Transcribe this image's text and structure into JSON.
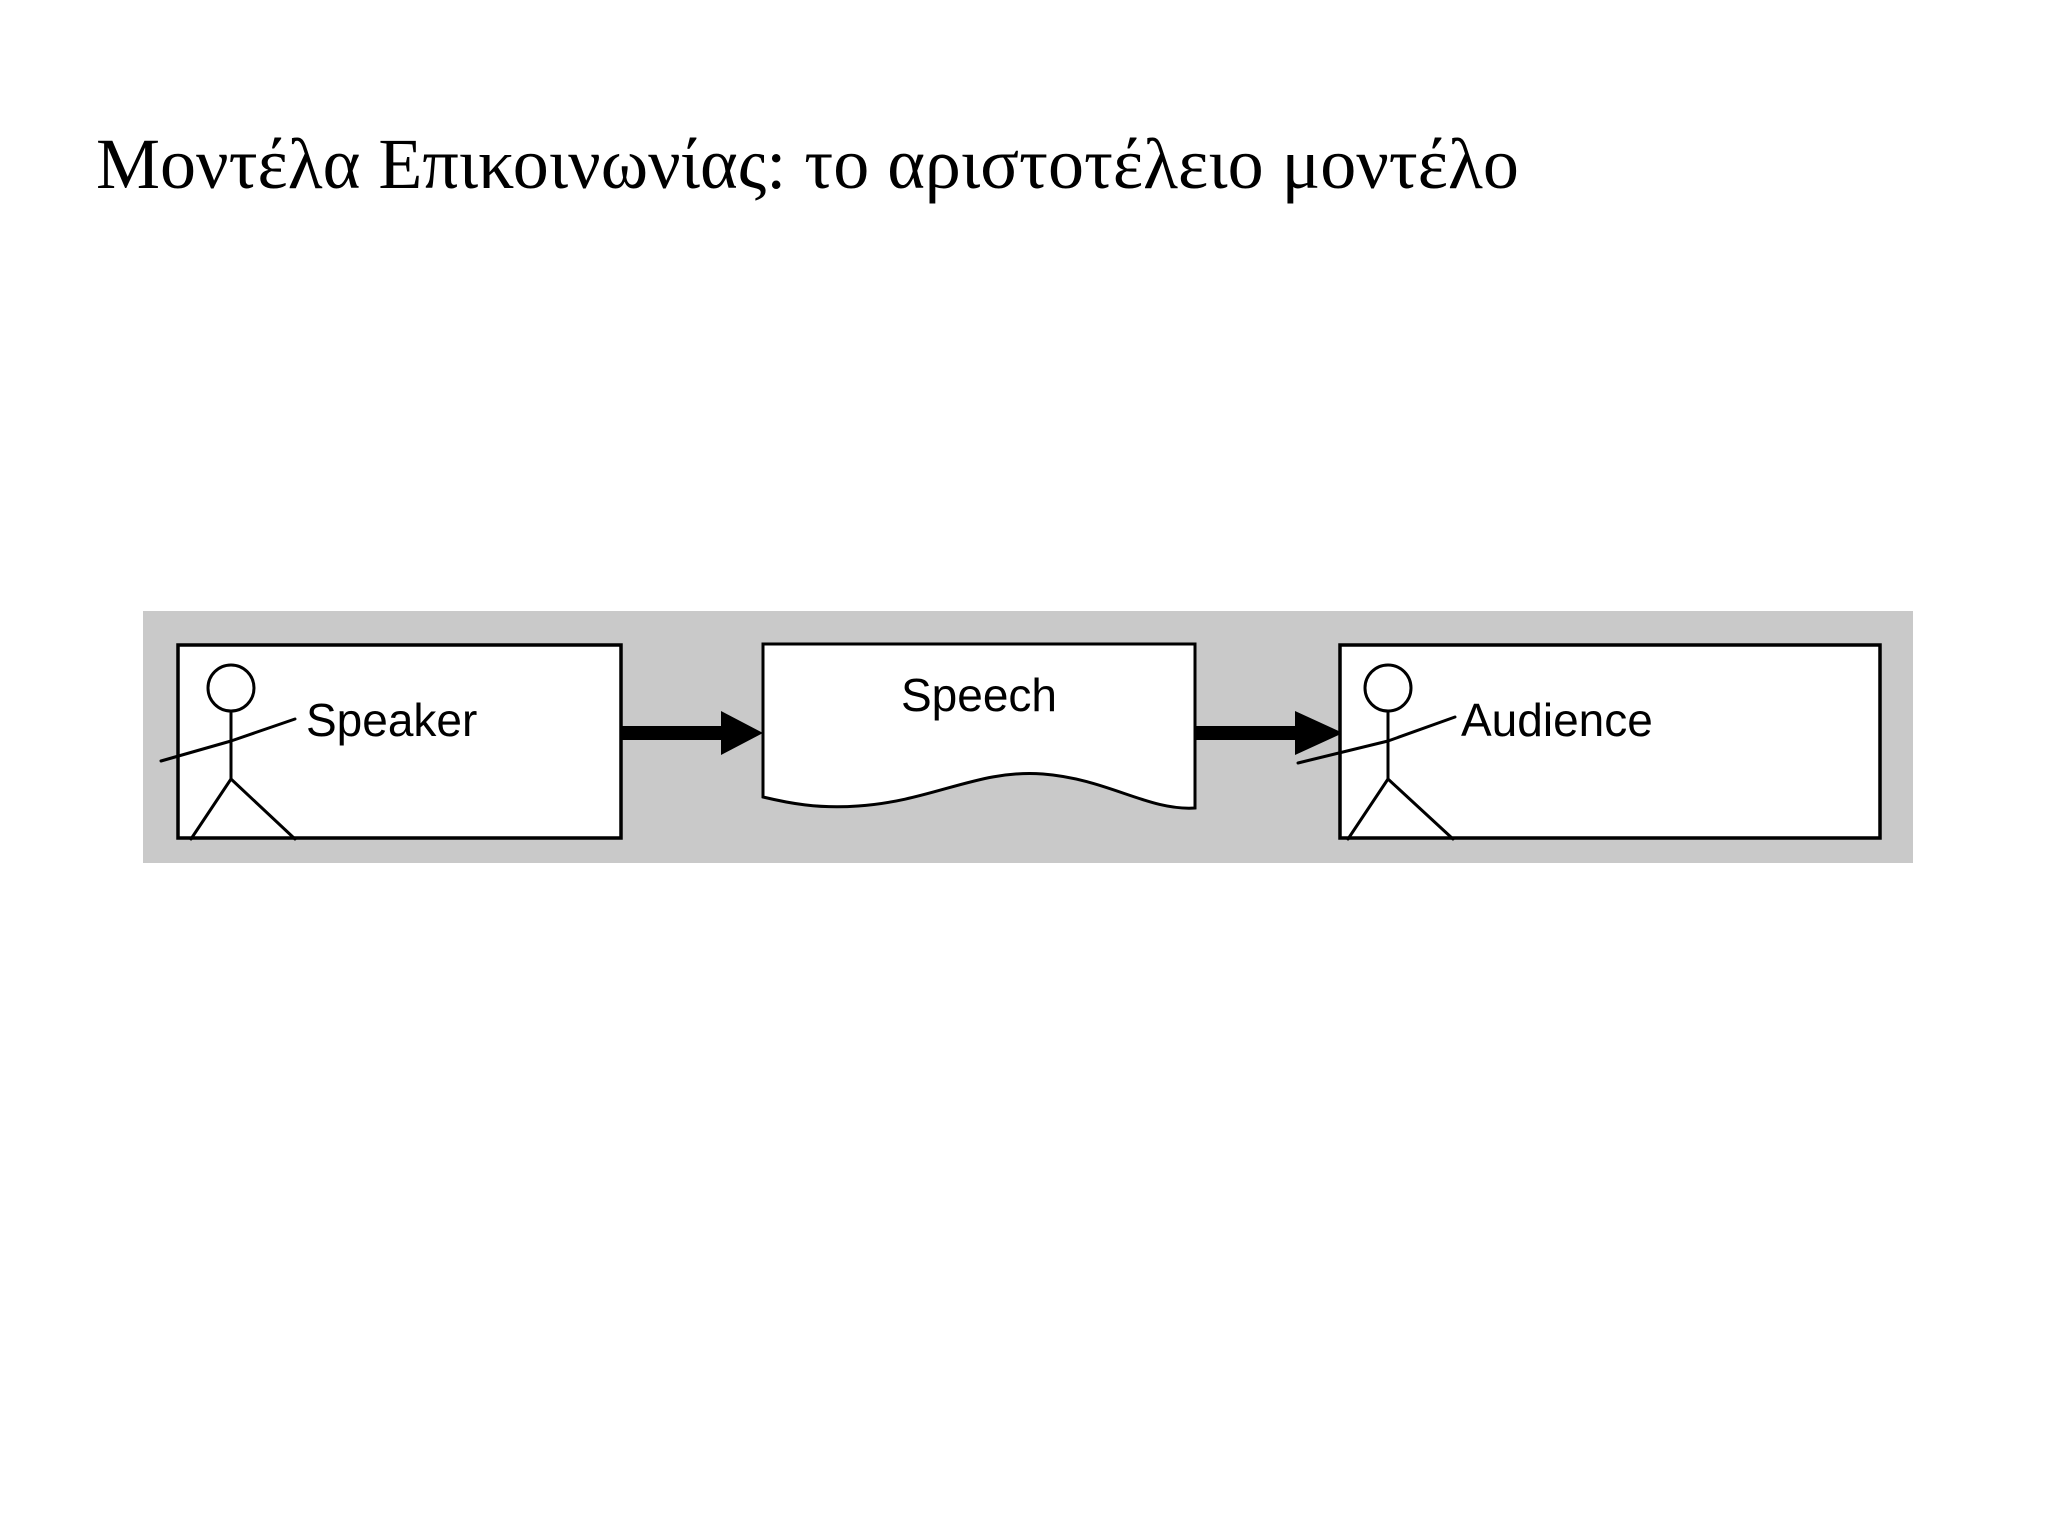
{
  "slide": {
    "title": "Μοντέλα Επικοινωνίας: το αριστοτέλειο μοντέλο",
    "background_color": "#ffffff",
    "title_color": "#000000"
  },
  "diagram": {
    "name": "aristotelian-communication-model",
    "panel_background_color": "#c9c9c9",
    "node_fill_color": "#ffffff",
    "stroke_color": "#000000",
    "nodes": [
      {
        "id": "speaker",
        "label": "Speaker",
        "shape": "rectangle",
        "icon": "stick-figure-person-icon"
      },
      {
        "id": "speech",
        "label": "Speech",
        "shape": "document-wavy-bottom",
        "icon": null
      },
      {
        "id": "audience",
        "label": "Audience",
        "shape": "rectangle",
        "icon": "stick-figure-person-icon"
      }
    ],
    "connectors": [
      {
        "id": "speaker-to-speech",
        "from": "speaker",
        "to": "speech",
        "type": "arrow",
        "direction": "right"
      },
      {
        "id": "speech-to-audience",
        "from": "speech",
        "to": "audience",
        "type": "arrow",
        "direction": "right"
      }
    ]
  }
}
